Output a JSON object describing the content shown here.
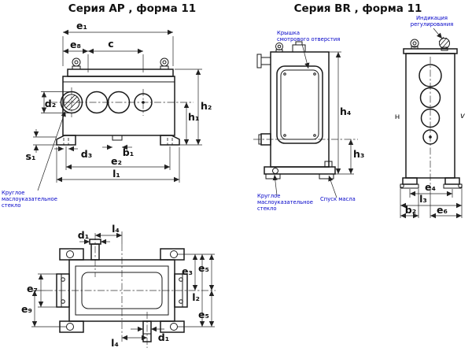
{
  "titles": {
    "ap": "Серия AP , форма 11",
    "br": "Серия BR , форма 11"
  },
  "labels": {
    "e1": "e₁",
    "e8": "e₈",
    "c": "c",
    "d2": "d₂",
    "h1": "h₁",
    "h2": "h₂",
    "s1": "s₁",
    "d3": "d₃",
    "b1": "b₁",
    "e2": "e₂",
    "l1": "l₁",
    "h4": "h₄",
    "h3": "h₃",
    "mark_h": "н",
    "mark_v": "v",
    "e4": "e₄",
    "l3": "l₃",
    "b2": "b₂",
    "e6": "e₆",
    "d1": "d₁",
    "l4": "l₄",
    "e3": "e₃",
    "e5": "e₅",
    "l2": "l₂",
    "e7": "e₇",
    "e9": "e₉"
  },
  "annotations": {
    "oil_glass_ap": {
      "line1": "Круглое",
      "line2": "маслоуказательное",
      "line3": "стекло"
    },
    "oil_glass_br": {
      "line1": "Круглое",
      "line2": "маслоуказательное",
      "line3": "стекло"
    },
    "inspection_cover": {
      "line1": "Крышка",
      "line2": "смотрового отверстия"
    },
    "adjustment_indicator": {
      "line1": "Индикация",
      "line2": "регулирования"
    },
    "oil_drain": "Спуск масла"
  },
  "colors": {
    "line": "#1a1a1a",
    "dimension": "#222222",
    "annotation": "#0000c8",
    "background": "#ffffff"
  }
}
